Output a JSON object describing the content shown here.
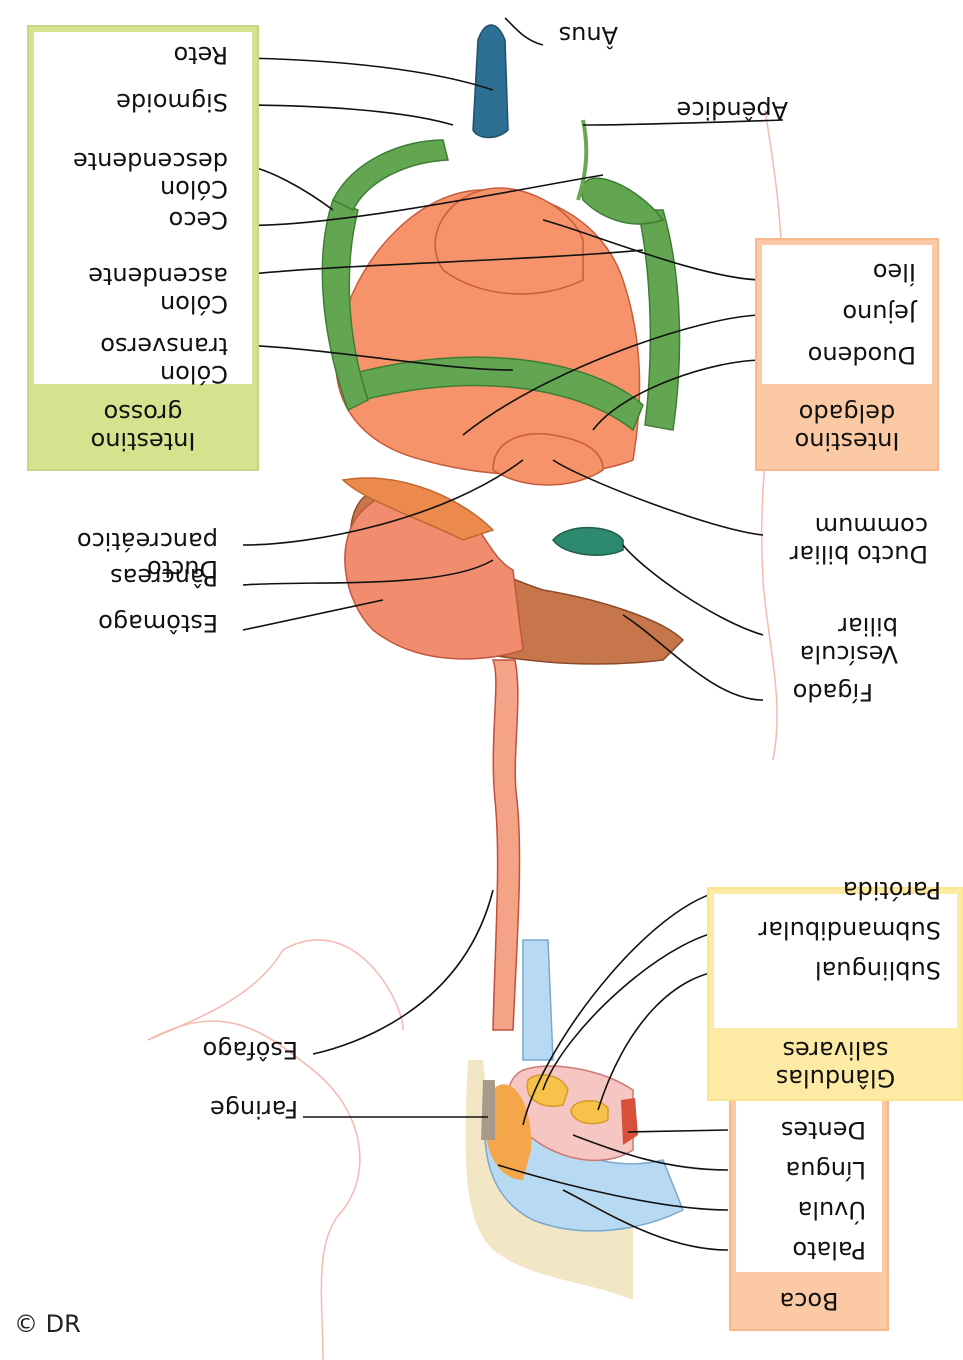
{
  "diagram": {
    "groups": {
      "mouth": {
        "title": "Boca",
        "fill": "#fbc9a3",
        "border": "#f6b98e",
        "items": [
          "Palato",
          "Úvula",
          "Língua",
          "Dentes"
        ]
      },
      "salivary": {
        "title": [
          "Glândulas",
          "salivares"
        ],
        "fill": "#fdeaa5",
        "border": "#f7e58f",
        "items": [
          "Sublingual",
          "Submandibular",
          "Parótida"
        ]
      },
      "small_intestine": {
        "title": [
          "Intestino",
          "delgado"
        ],
        "fill": "#fbc9a3",
        "border": "#f6b98e",
        "items": [
          "Duodeno",
          "Jejuno",
          "Íleo"
        ]
      },
      "large_intestine": {
        "title": [
          "Intestino",
          "grosso"
        ],
        "fill": "#d6e38e",
        "border": "#c5d780",
        "items": [
          [
            "Cólon",
            "transverso"
          ],
          [
            "Cólon",
            "ascendente"
          ],
          "Ceco",
          [
            "Cólon",
            "descendente"
          ],
          "Sigmoide",
          "Reto"
        ]
      }
    },
    "labels": {
      "anus": "Ânus",
      "appendix": "Apêndice",
      "common_bile_duct": [
        "Ducto biliar",
        "commum"
      ],
      "gallbladder": [
        "Vesícula",
        "biliar"
      ],
      "liver": "Fígado",
      "pancreatic_duct": [
        "Ducto",
        "pancreático"
      ],
      "pancreas": "Pâncreas",
      "stomach": "Estômago",
      "esophagus": "Esôfago",
      "pharynx": "Faringe"
    },
    "copyright": "© DR",
    "colors": {
      "skin_outline": "#f7b8b0",
      "liver": "#c6764a",
      "stomach": "#f28c6e",
      "small_intestine": "#f6936b",
      "large_intestine": "#63a651",
      "rectum": "#2e6f94",
      "gallbladder": "#2e8a6e",
      "pancreas": "#eb8a4c",
      "esophagus": "#f4a387",
      "mouth_blue": "#b8d9f2",
      "salivary": "#f7c24a",
      "leader_line": "#111111"
    }
  }
}
